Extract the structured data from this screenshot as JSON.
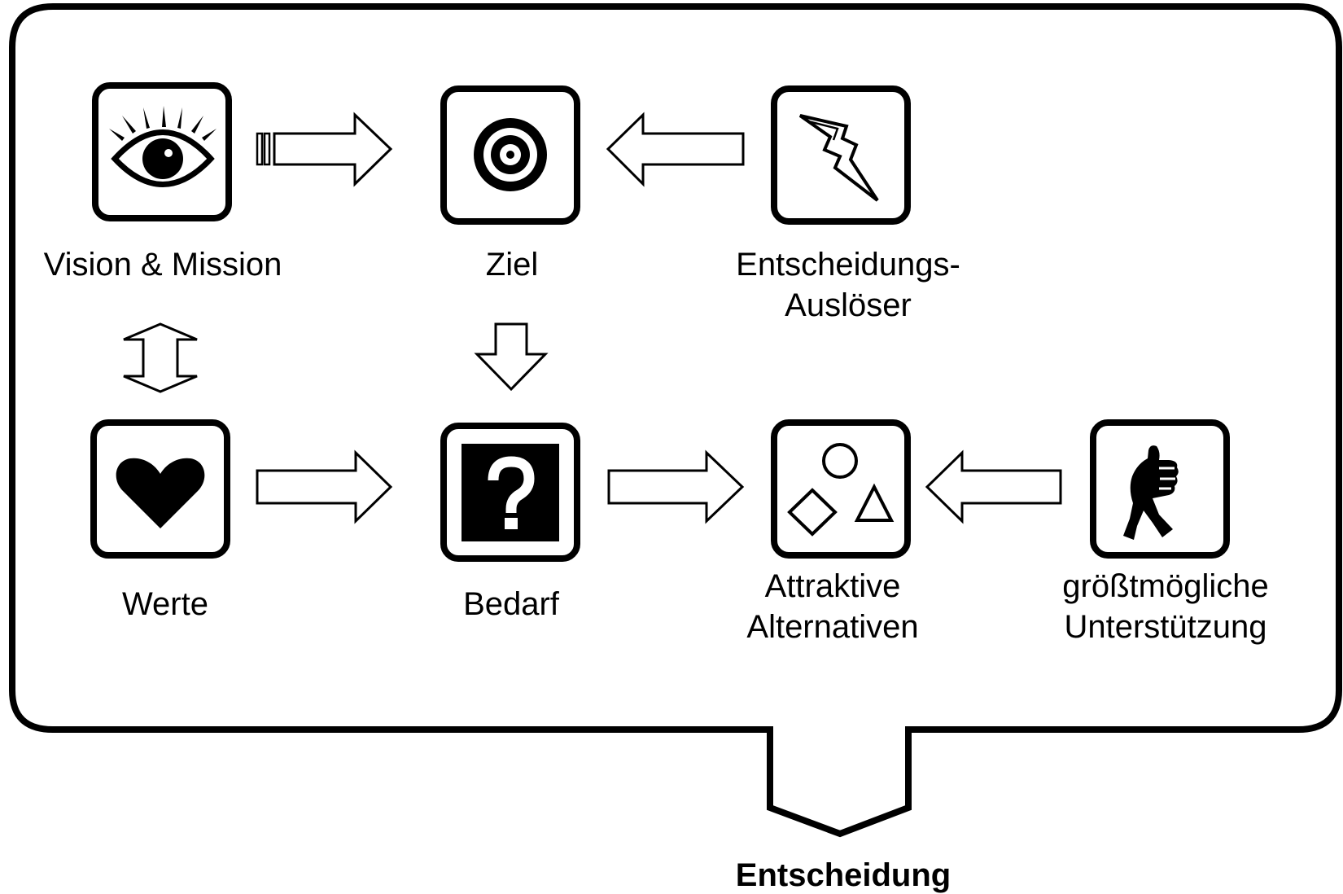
{
  "diagram": {
    "nodes": {
      "vision": {
        "label": "Vision & Mission",
        "icon": "eye-icon"
      },
      "ziel": {
        "label": "Ziel",
        "icon": "target-icon"
      },
      "ausloeser": {
        "label_line1": "Entscheidungs-",
        "label_line2": "Auslöser",
        "icon": "lightning-icon"
      },
      "werte": {
        "label": "Werte",
        "icon": "heart-icon"
      },
      "bedarf": {
        "label": "Bedarf",
        "icon": "question-mark-icon"
      },
      "alternativen": {
        "label_line1": "Attraktive",
        "label_line2": "Alternativen",
        "icon": "shapes-icon"
      },
      "unterstuetzung": {
        "label_line1": "größtmögliche",
        "label_line2": "Unterstützung",
        "icon": "thumbs-up-figure-icon"
      }
    },
    "result": {
      "label": "Entscheidung"
    }
  }
}
